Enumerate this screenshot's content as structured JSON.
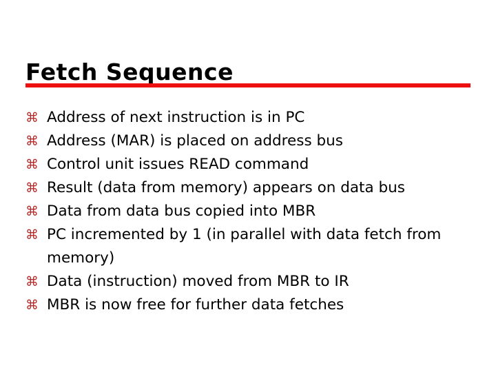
{
  "slide": {
    "title": "Fetch Sequence",
    "bullet_glyph": "⌘",
    "bullet_marker_name": "place-of-interest-bullet-icon",
    "colors": {
      "rule": "#ee1111",
      "bullet": "#b52a28",
      "text": "#000000",
      "background": "#ffffff"
    },
    "bullets": [
      {
        "text": "Address of next instruction is in PC"
      },
      {
        "text": "Address (MAR) is placed on address bus"
      },
      {
        "text": "Control unit issues READ command"
      },
      {
        "text": "Result (data from memory) appears on data bus"
      },
      {
        "text": "Data from data bus copied into MBR"
      },
      {
        "text": "PC incremented by 1 (in parallel with data fetch from memory)"
      },
      {
        "text": "Data (instruction) moved from MBR to IR"
      },
      {
        "text": "MBR is now free for further data fetches"
      }
    ]
  }
}
